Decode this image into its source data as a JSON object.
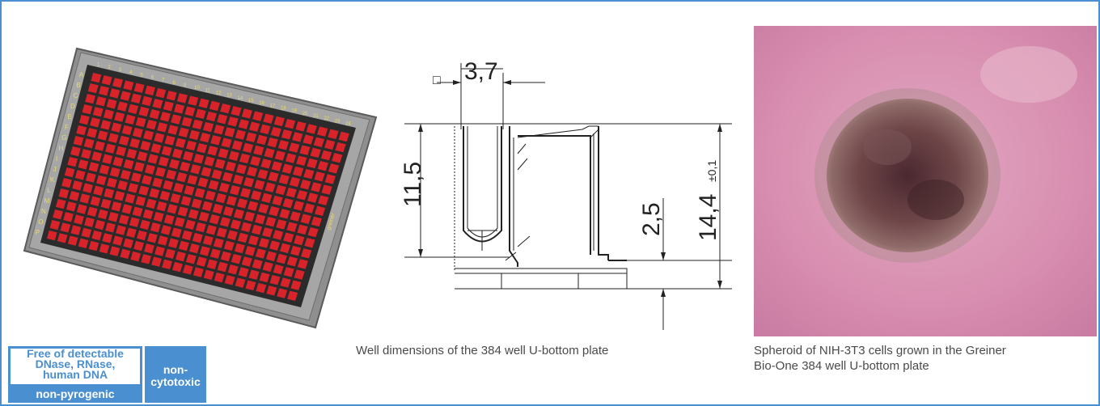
{
  "plate_labels": {
    "rows": [
      "A",
      "B",
      "C",
      "D",
      "E",
      "F",
      "G",
      "H",
      "I",
      "J",
      "K",
      "L",
      "M",
      "N",
      "O",
      "P"
    ],
    "cols": [
      "1",
      "2",
      "3",
      "4",
      "5",
      "6",
      "7",
      "8",
      "9",
      "10",
      "11",
      "12",
      "13",
      "14",
      "15",
      "16",
      "17",
      "18",
      "19",
      "20",
      "21",
      "22",
      "23",
      "24"
    ]
  },
  "drawing": {
    "width_label": "3,7",
    "square_symbol": "□",
    "height_well": "11,5",
    "height_base": "2,5",
    "height_total": "14,4",
    "tolerance": "±0,1"
  },
  "captions": {
    "drawing": "Well dimensions of the 384 well U-bottom plate",
    "photo_line1": "Spheroid of NIH-3T3 cells grown in the Greiner",
    "photo_line2": "Bio-One 384 well U-bottom plate"
  },
  "badges": {
    "free_line1": "Free of detectable",
    "free_line2": "DNase, RNase,",
    "free_line3": "human DNA",
    "pyrogenic": "non-pyrogenic",
    "cyto_line1": "non-",
    "cyto_line2": "cytotoxic"
  },
  "colors": {
    "frame": "#4a8fcf",
    "badge": "#4a8fcf",
    "well": "#d8232a",
    "plate": "#9a9a9a",
    "photo_bg": "#d890b0"
  }
}
